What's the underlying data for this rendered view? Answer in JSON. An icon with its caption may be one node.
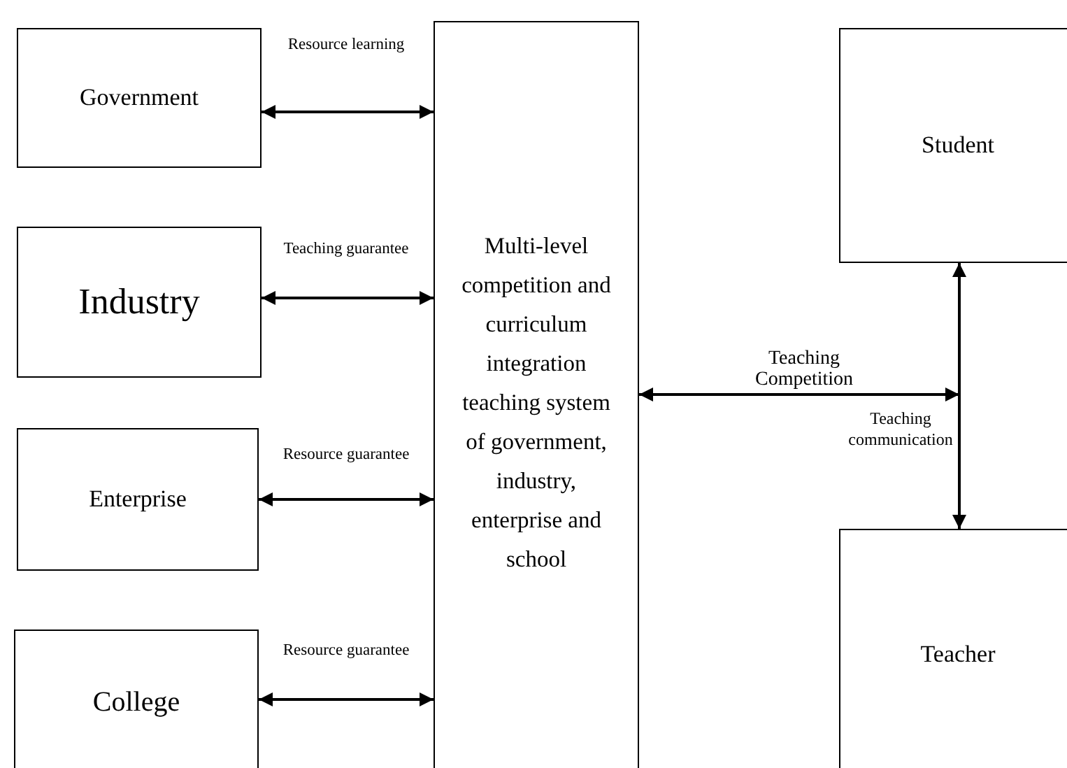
{
  "diagram": {
    "nodes": [
      {
        "text": [
          "Government"
        ]
      },
      {
        "text": [
          "Industry"
        ]
      },
      {
        "text": [
          "Enterprise"
        ]
      },
      {
        "text": [
          "College"
        ]
      },
      {
        "text": [
          "Multi-level competition and curriculum integration teaching system of government, industry, enterprise and school"
        ]
      },
      {
        "text": [
          "Student"
        ]
      },
      {
        "text": [
          "Teacher"
        ]
      }
    ],
    "edges": [
      {
        "from": 0,
        "to": 4,
        "arrow": "both",
        "label": "Resource learning"
      },
      {
        "from": 1,
        "to": 4,
        "arrow": "both",
        "label": "Teaching guarantee"
      },
      {
        "from": 2,
        "to": 4,
        "arrow": "both",
        "label": "Resource guarantee"
      },
      {
        "from": 3,
        "to": 4,
        "arrow": "both",
        "label": "Resource guarantee"
      },
      {
        "from": 4,
        "to": null,
        "arrow": "both",
        "label": "Teaching Competition"
      },
      {
        "from": 5,
        "to": 6,
        "arrow": "both",
        "label": "Teaching communication"
      }
    ]
  }
}
